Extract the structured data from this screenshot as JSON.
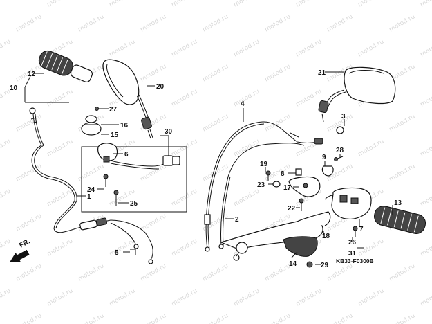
{
  "diagram": {
    "watermark": "motod.ru",
    "reference_code": "KB33-F0300B",
    "direction_label": "FR.",
    "callouts": [
      "1",
      "2",
      "3",
      "4",
      "5",
      "6",
      "7",
      "8",
      "9",
      "10",
      "12",
      "13",
      "14",
      "15",
      "16",
      "17",
      "18",
      "19",
      "20",
      "21",
      "22",
      "23",
      "24",
      "25",
      "26",
      "27",
      "28",
      "29",
      "30",
      "31"
    ]
  }
}
